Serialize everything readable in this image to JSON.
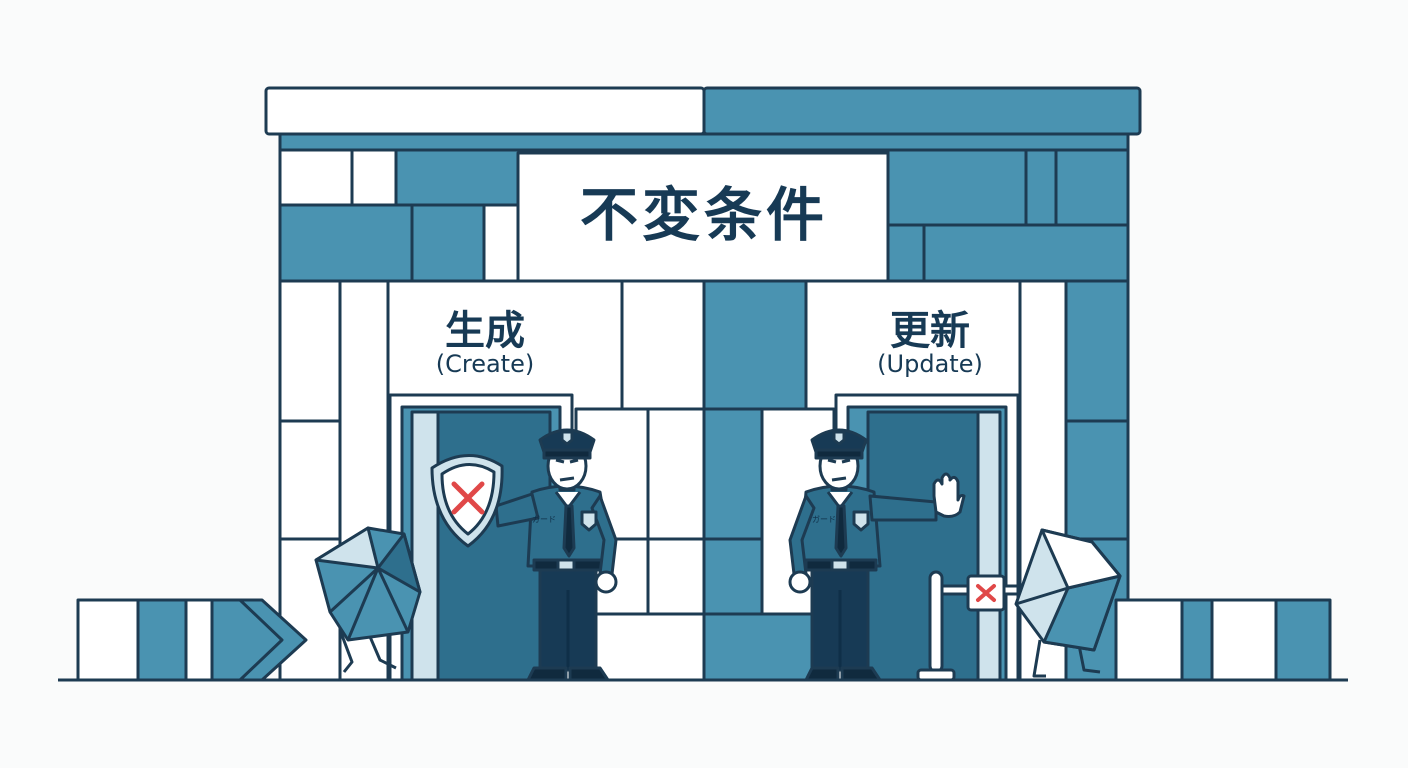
{
  "title": "不変条件",
  "create": {
    "label_ja": "生成",
    "label_en": "(Create)"
  },
  "update": {
    "label_ja": "更新",
    "label_en": "(Update)"
  },
  "guard_badge": "ガード",
  "colors": {
    "teal": "#4a93b1",
    "teal_dark": "#2e6f8d",
    "navy": "#173a55",
    "outline": "#1d3b52",
    "reject": "#e04848",
    "background": "#fafbfb"
  },
  "icons": [
    "shield-icon",
    "cross-mark-icon",
    "stop-hand-icon",
    "police-cap-icon"
  ]
}
